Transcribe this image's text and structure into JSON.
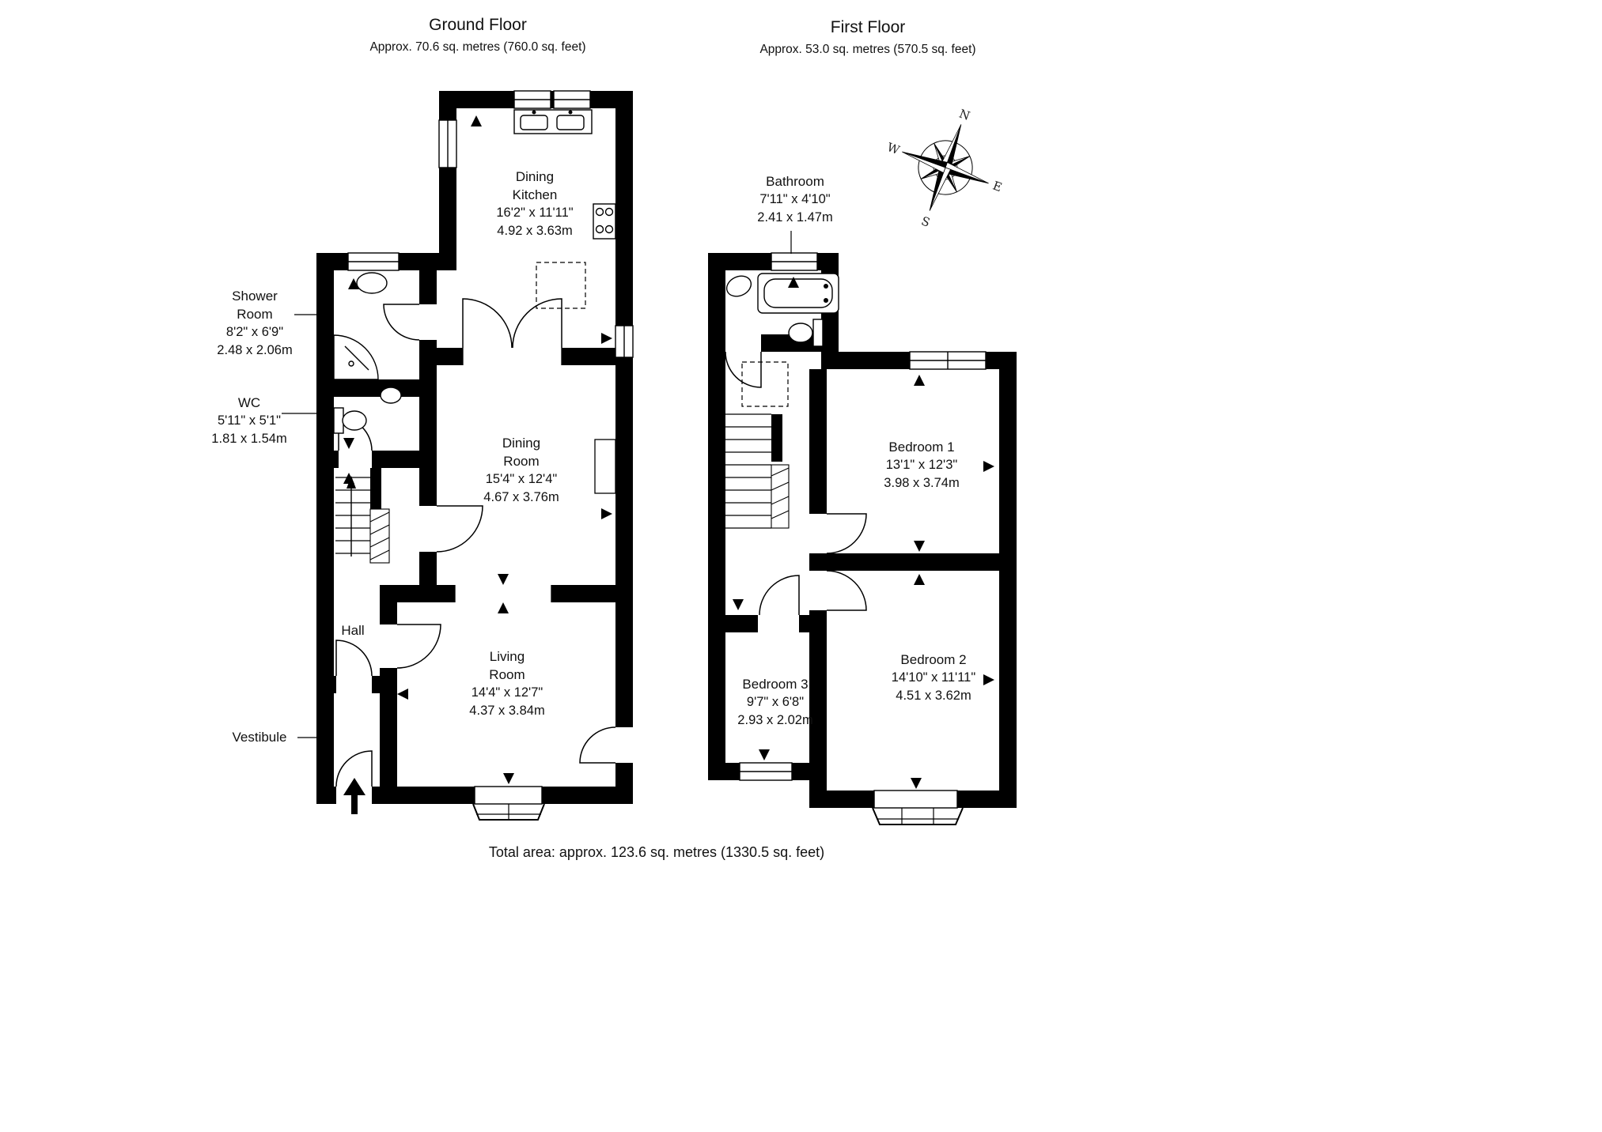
{
  "ground_floor": {
    "title": "Ground Floor",
    "subtitle": "Approx. 70.6 sq. metres (760.0 sq. feet)",
    "rooms": {
      "dining_kitchen": {
        "name": "Dining Kitchen",
        "imperial": "16'2\" x 11'11\"",
        "metric": "4.92 x 3.63m"
      },
      "shower_room": {
        "name": "Shower Room",
        "imperial": "8'2\" x 6'9\"",
        "metric": "2.48 x 2.06m"
      },
      "wc": {
        "name": "WC",
        "imperial": "5'11\" x 5'1\"",
        "metric": "1.81 x 1.54m"
      },
      "dining_room": {
        "name": "Dining Room",
        "imperial": "15'4\" x 12'4\"",
        "metric": "4.67 x 3.76m"
      },
      "hall": {
        "name": "Hall"
      },
      "living_room": {
        "name": "Living Room",
        "imperial": "14'4\" x 12'7\"",
        "metric": "4.37 x 3.84m"
      },
      "vestibule": {
        "name": "Vestibule"
      }
    }
  },
  "first_floor": {
    "title": "First Floor",
    "subtitle": "Approx. 53.0 sq. metres (570.5 sq. feet)",
    "rooms": {
      "bathroom": {
        "name": "Bathroom",
        "imperial": "7'11\" x 4'10\"",
        "metric": "2.41 x 1.47m"
      },
      "bedroom1": {
        "name": "Bedroom 1",
        "imperial": "13'1\" x 12'3\"",
        "metric": "3.98 x 3.74m"
      },
      "bedroom2": {
        "name": "Bedroom 2",
        "imperial": "14'10\" x 11'11\"",
        "metric": "4.51 x 3.62m"
      },
      "bedroom3": {
        "name": "Bedroom 3",
        "imperial": "9'7\" x 6'8\"",
        "metric": "2.93 x 2.02m"
      }
    }
  },
  "compass": {
    "n": "N",
    "s": "S",
    "e": "E",
    "w": "W"
  },
  "total_area": "Total area: approx. 123.6 sq. metres (1330.5 sq. feet)",
  "colors": {
    "wall": "#000000",
    "background": "#ffffff"
  }
}
